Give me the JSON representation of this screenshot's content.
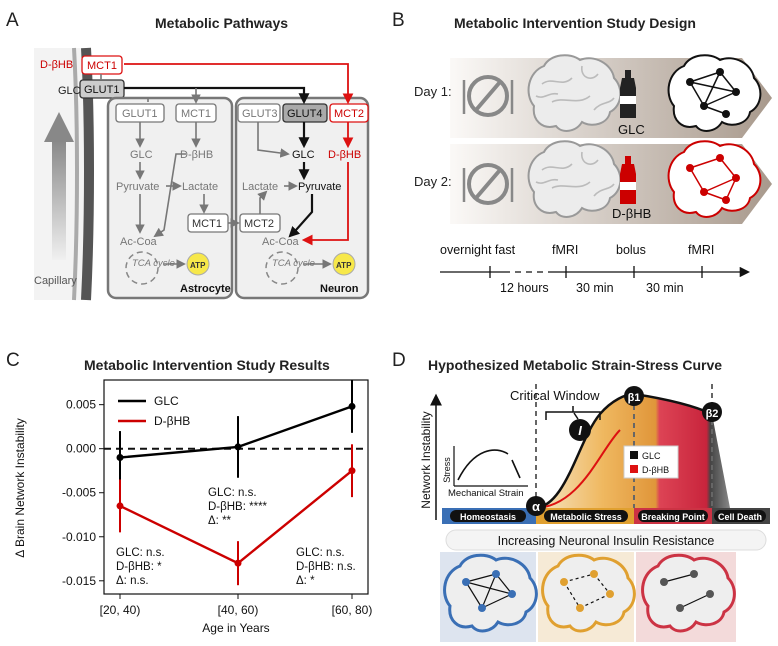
{
  "panels": {
    "a": {
      "letter": "A",
      "title": "Metabolic Pathways"
    },
    "b": {
      "letter": "B",
      "title": "Metabolic Intervention Study Design"
    },
    "c": {
      "letter": "C",
      "title": "Metabolic Intervention Study Results"
    },
    "d": {
      "letter": "D",
      "title": "Hypothesized Metabolic Strain-Stress Curve"
    }
  },
  "pathways": {
    "dbhb_in": "D-βHB",
    "mct1_top": "MCT1",
    "glc_in": "GLC",
    "glut1_top": "GLUT1",
    "capillary": "Capillary",
    "astro": {
      "glut1": "GLUT1",
      "mct1": "MCT1",
      "glc": "GLC",
      "dbhb": "D-βHB",
      "pyruvate": "Pyruvate",
      "lactate": "Lactate",
      "acoa": "Ac-Coa",
      "tca": "TCA cycle",
      "atp": "ATP",
      "label": "Astrocyte"
    },
    "neuron": {
      "glut3": "GLUT3",
      "glut4": "GLUT4",
      "mct2": "MCT2",
      "glc": "GLC",
      "dbhb": "D-βHB",
      "lactate": "Lactate",
      "pyruvate": "Pyruvate",
      "acoa": "Ac-Coa",
      "tca": "TCA cycle",
      "atp": "ATP",
      "label": "Neuron"
    },
    "mct1_mid": "MCT1",
    "mct2_mid": "MCT2"
  },
  "design": {
    "day1": "Day 1:",
    "day2": "Day 2:",
    "glc": "GLC",
    "dbhb": "D-βHB",
    "timeline_top": [
      "overnight fast",
      "fMRI",
      "bolus",
      "fMRI"
    ],
    "timeline_bottom": [
      "12 hours",
      "30 min",
      "30 min"
    ]
  },
  "chart_data": {
    "type": "line",
    "categories": [
      "[20, 40)",
      "[40, 60)",
      "[60, 80)"
    ],
    "ylabel": "Δ Brain Network Instability",
    "xlabel": "Age in Years",
    "ylim": [
      -0.0165,
      0.0078
    ],
    "yticks": [
      "0.005",
      "0.000",
      "-0.005",
      "-0.010",
      "-0.015"
    ],
    "ytick_values": [
      0.005,
      0.0,
      -0.005,
      -0.01,
      -0.015
    ],
    "series": [
      {
        "name": "GLC",
        "color": "#000000",
        "values": [
          -0.001,
          0.0002,
          0.0048
        ],
        "err": [
          0.003,
          0.0035,
          0.003
        ]
      },
      {
        "name": "D-βHB",
        "color": "#cc0000",
        "values": [
          -0.0065,
          -0.013,
          -0.0025
        ],
        "err": [
          0.003,
          0.0025,
          0.003
        ]
      }
    ],
    "annotations": [
      [
        "GLC: n.s.",
        "D-βHB: *",
        "Δ: n.s."
      ],
      [
        "GLC: n.s.",
        "D-βHB: ****",
        "Δ: **"
      ],
      [
        "GLC: n.s.",
        "D-βHB: n.s.",
        "Δ: *"
      ]
    ]
  },
  "strain": {
    "ylabel": "Network Instability",
    "critical_window": "Critical Window",
    "alpha": "α",
    "beta1": "β1",
    "beta2": "β2",
    "iota": "I",
    "inset_y": "Stress",
    "inset_x": "Mechanical Strain",
    "legend": [
      "GLC",
      "D-βHB"
    ],
    "stages": [
      "Homeostasis",
      "Metabolic Stress",
      "Breaking Point",
      "Cell Death"
    ],
    "banner": "Increasing Neuronal Insulin Resistance",
    "colors": {
      "homeostasis": "#3a6fb5",
      "stress": "#e0a030",
      "breaking": "#cc3344",
      "death": "#555555"
    }
  }
}
